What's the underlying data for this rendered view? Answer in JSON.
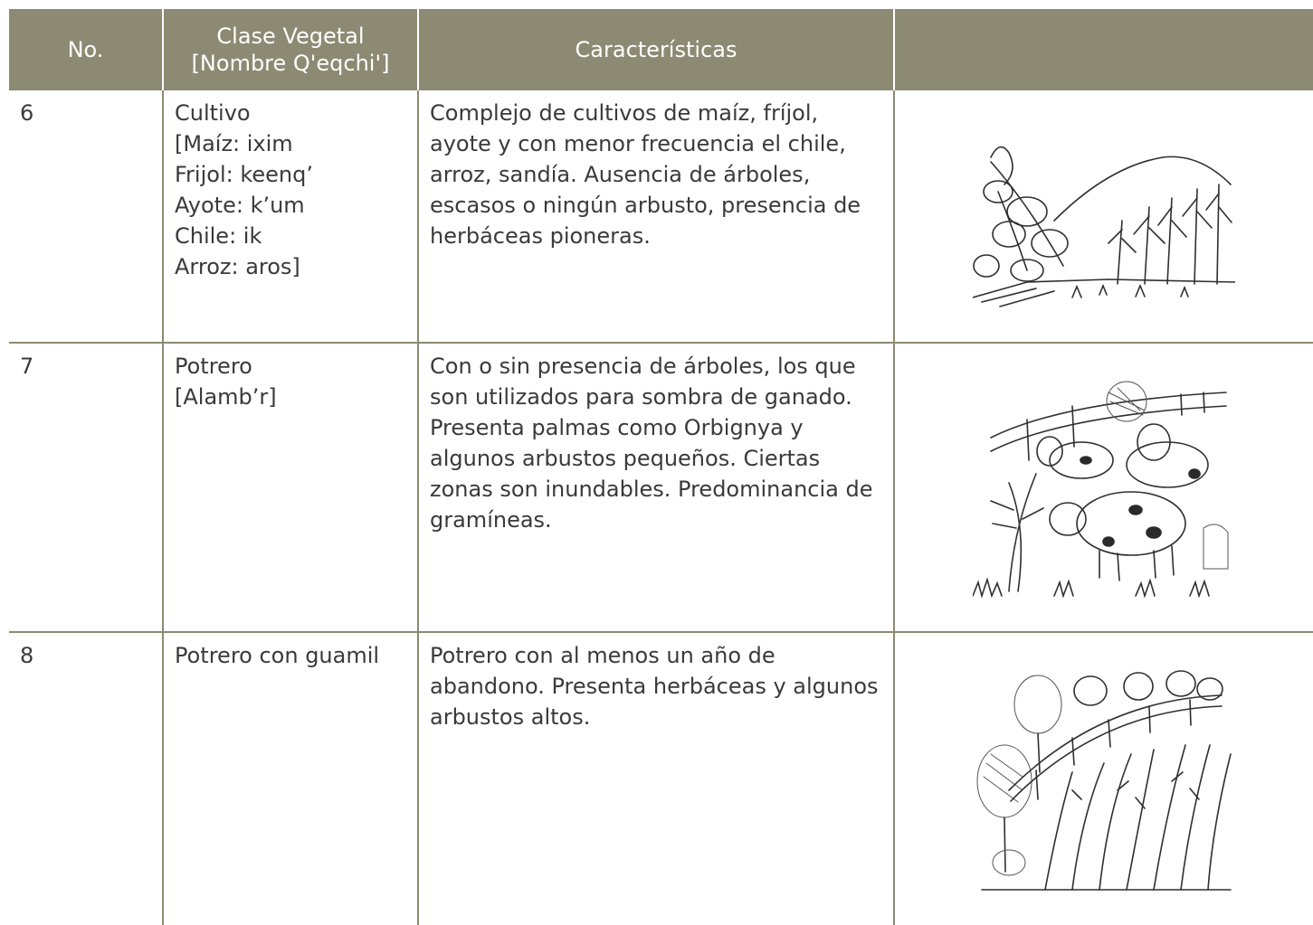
{
  "table": {
    "headers": [
      "No.",
      "Clase Vegetal\n[Nombre Q'eqchi']",
      "Características",
      ""
    ],
    "rows": [
      {
        "number": "6",
        "clase": "Cultivo\n[Maíz: ixim\nFrijol: keenq’\nAyote: k’um\nChile: ik\nArroz: aros]",
        "caracteristicas": "Complejo de cultivos de maíz, fríjol, ayote y con menor frecuencia el chile, arroz, sandía. Ausencia de árboles, escasos o ningún arbusto, presencia de herbáceas pioneras.",
        "image": "crop-field-sketch"
      },
      {
        "number": "7",
        "clase": "Potrero\n[Alamb’r]",
        "caracteristicas": "Con o sin presencia de árboles, los que son utilizados para sombra de ganado. Presenta palmas como Orbignya y algunos arbustos pequeños. Ciertas zonas son inundables. Predominancia de gramíneas.",
        "image": "cattle-pasture-sketch"
      },
      {
        "number": "8",
        "clase": "Potrero con guamil",
        "caracteristicas": "Potrero con al menos un año de abandono. Presenta herbáceas y algunos arbustos altos.",
        "image": "pasture-regrowth-sketch"
      }
    ]
  },
  "colors": {
    "header_bg": "#8c8a72",
    "rule": "#8c8a72",
    "text": "#3a3a3a"
  }
}
